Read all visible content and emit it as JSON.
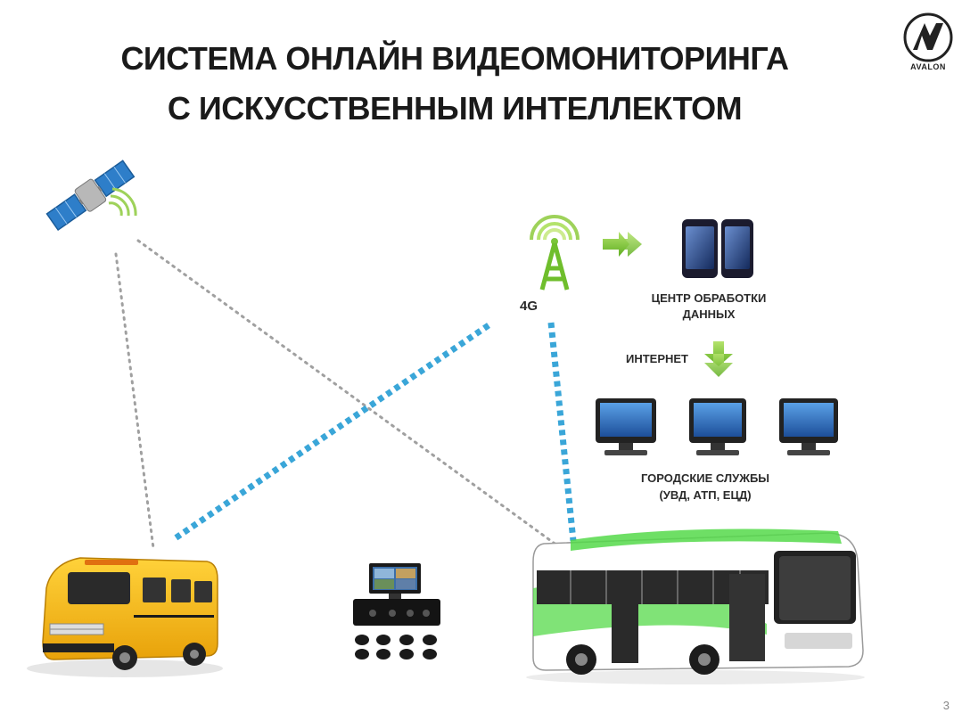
{
  "title": {
    "line1": "СИСТЕМА ОНЛАЙН ВИДЕОМОНИТОРИНГА",
    "line2": "С ИСКУССТВЕННЫМ ИНТЕЛЛЕКТОМ"
  },
  "logo": {
    "text": "AVALON"
  },
  "labels": {
    "tower": "4G",
    "data_center_line1": "ЦЕНТР ОБРАБОТКИ",
    "data_center_line2": "ДАННЫХ",
    "internet": "ИНТЕРНЕТ",
    "city_services_line1": "ГОРОДСКИЕ СЛУЖБЫ",
    "city_services_line2": "(УВД, АТП, ЕЦД)"
  },
  "page_number": "3",
  "colors": {
    "link_4g": "#3aa6d8",
    "link_gps": "#a0a0a0",
    "arrow_green": "#7cc63a",
    "school_bus": "#f5b812",
    "city_bus_accent": "#55d94a"
  }
}
